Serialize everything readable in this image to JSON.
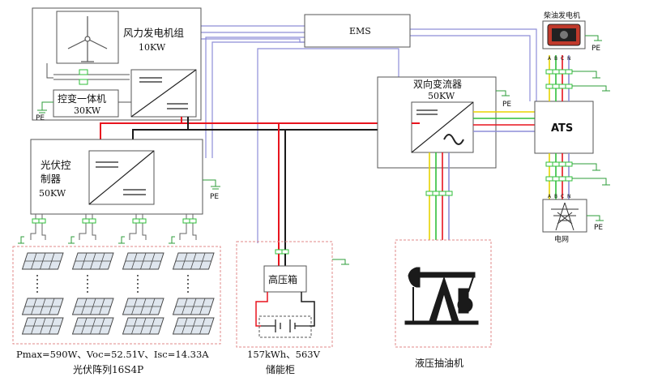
{
  "labels": {
    "wind_title": "风力发电机组",
    "wind_power": "10KW",
    "ctrl_inv": "控变一体机",
    "ctrl_inv_power": "30KW",
    "pv_ctrl_line1": "光伏控",
    "pv_ctrl_line2": "制器",
    "pv_ctrl_power": "50KW",
    "ems": "EMS",
    "pcs_title": "双向变流器",
    "pcs_power": "50KW",
    "ats": "ATS",
    "diesel": "柴油发电机",
    "grid": "电网",
    "hv_box": "高压箱",
    "pv_spec": "Pmax=590W、Voc=52.51V、Isc=14.33A",
    "pv_array": "光伏阵列16S4P",
    "storage_spec": "157kWh、563V",
    "storage": "储能柜",
    "pump": "液压抽油机",
    "pe": "PE",
    "phases": [
      "A",
      "B",
      "C",
      "N"
    ]
  },
  "colors": {
    "line_red": "#e8141e",
    "line_black": "#1a1a1a",
    "line_blue": "#8e8ed8",
    "line_yellow": "#e8d400",
    "line_green": "#2fbf3a",
    "dashed_border": "#e08a8a",
    "ground": "#2e9e3a"
  },
  "icons": [
    "wind-turbine-icon",
    "dcac-converter-icon",
    "diesel-generator-icon",
    "transmission-tower-icon",
    "pumpjack-icon",
    "solar-panel-icon",
    "battery-icon",
    "ground-icon"
  ]
}
